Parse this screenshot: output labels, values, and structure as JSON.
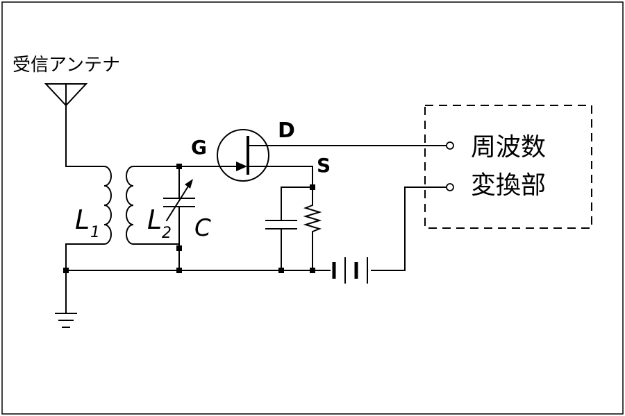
{
  "antenna_label": "受信アンテナ",
  "transistor": {
    "gate": "G",
    "drain": "D",
    "source": "S"
  },
  "coil_l1": {
    "letter": "L",
    "subscript": "1"
  },
  "coil_l2": {
    "letter": "L",
    "subscript": "2"
  },
  "capacitor_label": "C",
  "converter": {
    "line1": "周波数",
    "line2": "変換部"
  }
}
